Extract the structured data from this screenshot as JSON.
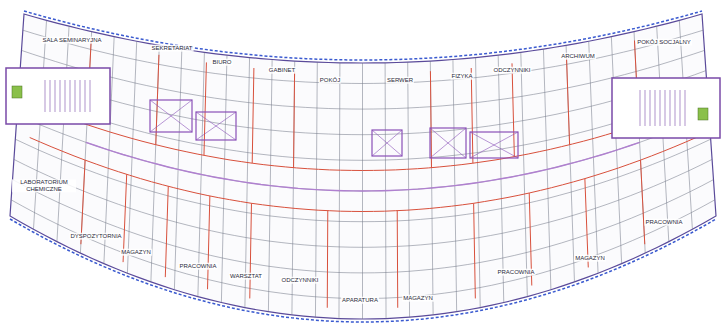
{
  "diagram": {
    "labels": [
      "SALA SEMINARYJNA",
      "SEKRETARIAT",
      "BIURO",
      "GABINET",
      "POKÓJ",
      "SERWER",
      "FIZYKA",
      "ODCZYNNIKI",
      "ARCHIWUM",
      "POKÓJ SOCJALNY",
      "LABORATORIUM CHEMICZNE",
      "DYSPOZYTORNIA",
      "MAGAZYN",
      "PRACOWNIA",
      "WARSZTAT",
      "ODCZYNNIKI",
      "APARATURA",
      "MAGAZYN",
      "PRACOWNIA",
      "MAGAZYN",
      "PRACOWNIA"
    ]
  }
}
